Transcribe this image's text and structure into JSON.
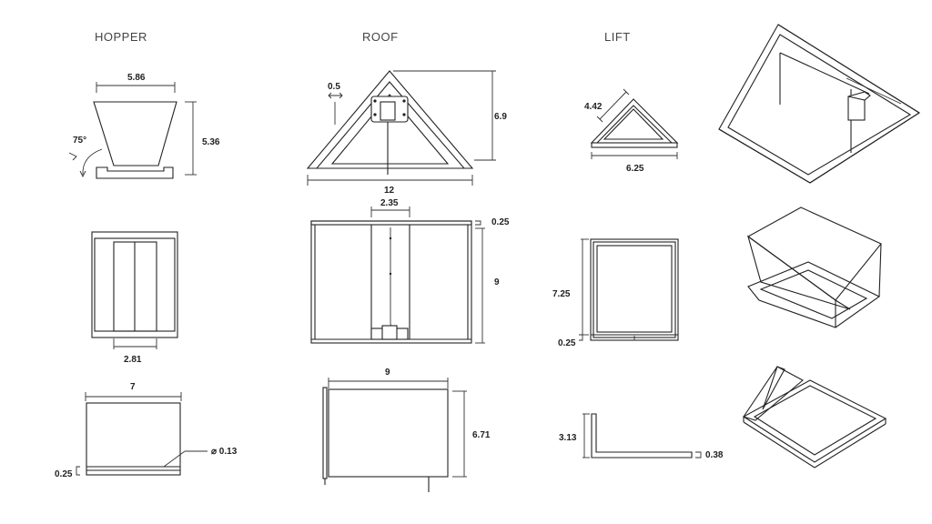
{
  "sections": {
    "hopper": "HOPPER",
    "roof": "ROOF",
    "lift": "LIFT"
  },
  "hopper": {
    "top_width": "5.86",
    "height": "5.36",
    "angle": "75°",
    "base_width": "2.81",
    "plate_width": "7",
    "plate_thickness": "0.25",
    "groove_diameter": "⌀ 0.13"
  },
  "roof": {
    "offset": "0.5",
    "height": "6.9",
    "span": "12",
    "mast_width": "2.35",
    "rim": "0.25",
    "depth": "9",
    "plan_width": "9",
    "plan_height": "6.71"
  },
  "lift": {
    "side": "4.42",
    "base": "6.25",
    "frame_height": "7.25",
    "frame_rim": "0.25",
    "bar_height": "3.13",
    "bar_thickness": "0.38"
  },
  "colors": {
    "line": "#222222",
    "background": "#ffffff"
  }
}
